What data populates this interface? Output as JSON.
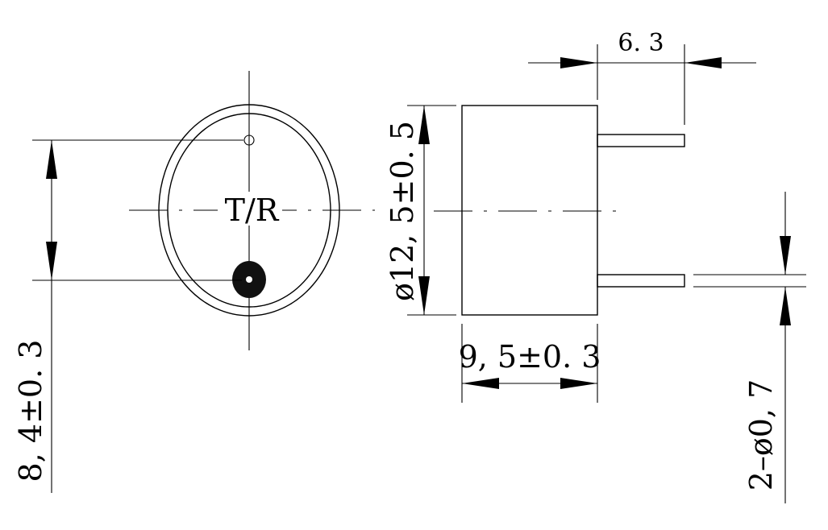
{
  "labels": {
    "pin_marker": "T/R",
    "pin_spacing": "8, 4±0. 3",
    "body_diameter": "ø12, 5±0. 5",
    "pin_length": "6. 3",
    "body_height": "9, 5±0. 3",
    "pin_diameter": "2–ø0, 7"
  }
}
